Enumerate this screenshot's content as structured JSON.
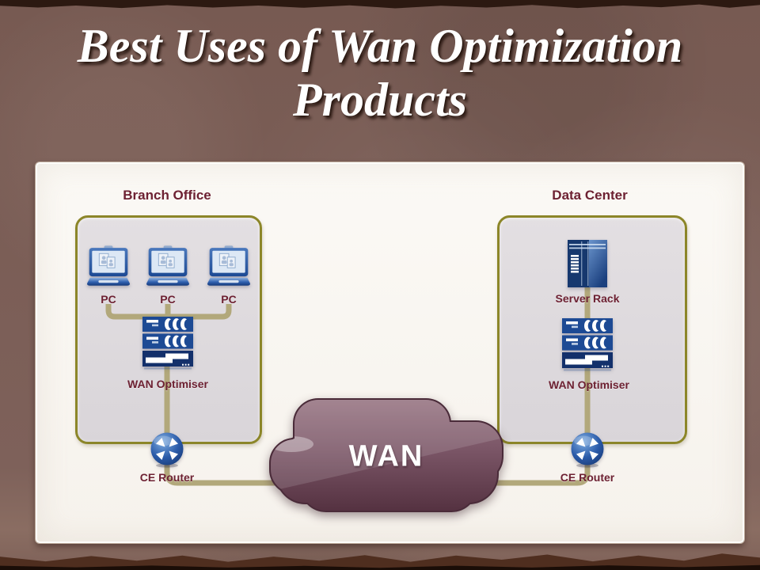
{
  "slide": {
    "title_line1": "Best Uses of Wan Optimization",
    "title_line2": "Products"
  },
  "diagram": {
    "wan_cloud_label": "WAN",
    "branch_office": {
      "title": "Branch Office",
      "pc_labels": [
        "PC",
        "PC",
        "PC"
      ],
      "wan_optimiser_label": "WAN Optimiser",
      "ce_router_label": "CE Router"
    },
    "data_center": {
      "title": "Data Center",
      "server_rack_label": "Server Rack",
      "wan_optimiser_label": "WAN Optimiser",
      "ce_router_label": "CE Router"
    }
  },
  "colors": {
    "slide_background": "#7b5e56",
    "panel_background": "#f8f5f1",
    "group_box_border": "#8c8629",
    "group_box_fill": "#dfdbde",
    "connector_line": "#b2a87b",
    "label_text": "#6d2132",
    "device_blue": "#1d4a94",
    "wan_cloud": "#6e4a59",
    "title_text": "#ffffff"
  }
}
